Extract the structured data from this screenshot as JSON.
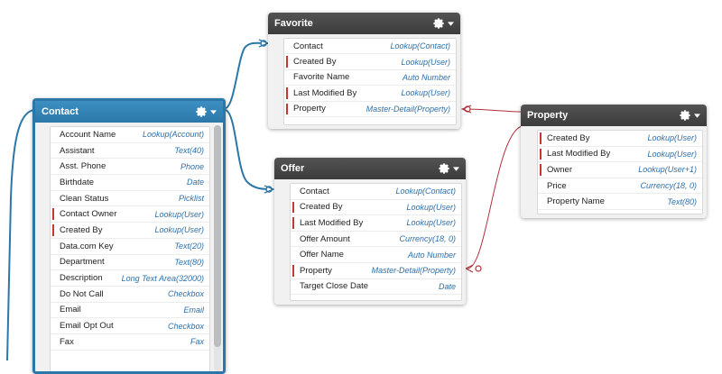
{
  "objects": {
    "contact": {
      "title": "Contact",
      "fields": [
        {
          "name": "Account Name",
          "type": "Lookup(Account)",
          "required": false
        },
        {
          "name": "Assistant",
          "type": "Text(40)",
          "required": false
        },
        {
          "name": "Asst. Phone",
          "type": "Phone",
          "required": false
        },
        {
          "name": "Birthdate",
          "type": "Date",
          "required": false
        },
        {
          "name": "Clean Status",
          "type": "Picklist",
          "required": false
        },
        {
          "name": "Contact Owner",
          "type": "Lookup(User)",
          "required": true
        },
        {
          "name": "Created By",
          "type": "Lookup(User)",
          "required": true
        },
        {
          "name": "Data.com Key",
          "type": "Text(20)",
          "required": false
        },
        {
          "name": "Department",
          "type": "Text(80)",
          "required": false
        },
        {
          "name": "Description",
          "type": "Long Text Area(32000)",
          "required": false
        },
        {
          "name": "Do Not Call",
          "type": "Checkbox",
          "required": false
        },
        {
          "name": "Email",
          "type": "Email",
          "required": false
        },
        {
          "name": "Email Opt Out",
          "type": "Checkbox",
          "required": false
        },
        {
          "name": "Fax",
          "type": "Fax",
          "required": false
        }
      ]
    },
    "favorite": {
      "title": "Favorite",
      "fields": [
        {
          "name": "Contact",
          "type": "Lookup(Contact)",
          "required": false
        },
        {
          "name": "Created By",
          "type": "Lookup(User)",
          "required": true
        },
        {
          "name": "Favorite Name",
          "type": "Auto Number",
          "required": false
        },
        {
          "name": "Last Modified By",
          "type": "Lookup(User)",
          "required": true
        },
        {
          "name": "Property",
          "type": "Master-Detail(Property)",
          "required": true
        }
      ]
    },
    "offer": {
      "title": "Offer",
      "fields": [
        {
          "name": "Contact",
          "type": "Lookup(Contact)",
          "required": false
        },
        {
          "name": "Created By",
          "type": "Lookup(User)",
          "required": true
        },
        {
          "name": "Last Modified By",
          "type": "Lookup(User)",
          "required": true
        },
        {
          "name": "Offer Amount",
          "type": "Currency(18, 0)",
          "required": false
        },
        {
          "name": "Offer Name",
          "type": "Auto Number",
          "required": false
        },
        {
          "name": "Property",
          "type": "Master-Detail(Property)",
          "required": true
        },
        {
          "name": "Target Close Date",
          "type": "Date",
          "required": false
        }
      ]
    },
    "property": {
      "title": "Property",
      "fields": [
        {
          "name": "Created By",
          "type": "Lookup(User)",
          "required": true
        },
        {
          "name": "Last Modified By",
          "type": "Lookup(User)",
          "required": true
        },
        {
          "name": "Owner",
          "type": "Lookup(User+1)",
          "required": true
        },
        {
          "name": "Price",
          "type": "Currency(18, 0)",
          "required": false
        },
        {
          "name": "Property Name",
          "type": "Text(80)",
          "required": false
        }
      ]
    }
  },
  "colors": {
    "lookup_line": "#2b78a8",
    "master_detail_line": "#b0303a",
    "required_marker": "#c23934",
    "header_selected": "#2b78a8",
    "header_default": "#444444",
    "field_type": "#2e6fa7"
  },
  "icons": {
    "gear": "gear-icon",
    "caret": "caret-down-icon"
  }
}
